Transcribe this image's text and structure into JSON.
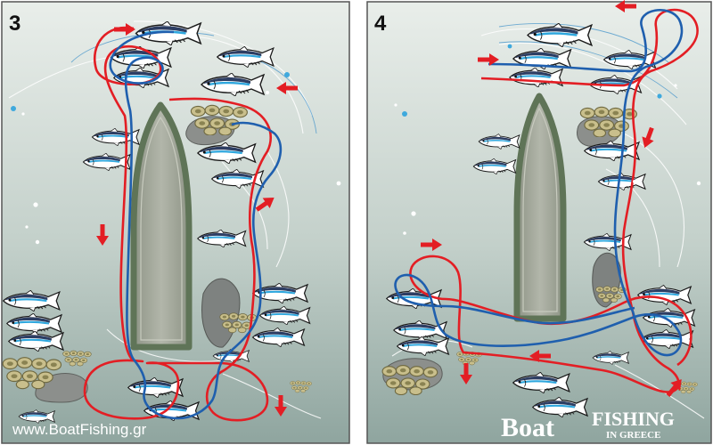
{
  "panels": [
    {
      "number": "3"
    },
    {
      "number": "4"
    }
  ],
  "watermark": {
    "url": "www.BoatFishing.gr",
    "logo_word": "Boat",
    "logo_fishing": "FISHING",
    "logo_sub": "IN GREECE"
  },
  "colors": {
    "water_top": "#e9eeea",
    "water_bottom": "#8fa59f",
    "hull": "#a6ab9e",
    "hull_edge": "#5f7457",
    "route_red": "#e31e24",
    "route_blue": "#1f5fae",
    "arrow": "#e31e24",
    "rock": "#8c8f8c",
    "mussel": "#c6ba86",
    "fish_back": "#2d3e63",
    "fish_stripe": "#2ea7de"
  },
  "icons": {
    "fish": "tuna-fish-icon",
    "arrow": "red-direction-arrow-icon",
    "rock": "seabed-rock-icon",
    "mussel": "mussel-cluster-icon",
    "bubble": "air-bubble-icon"
  }
}
